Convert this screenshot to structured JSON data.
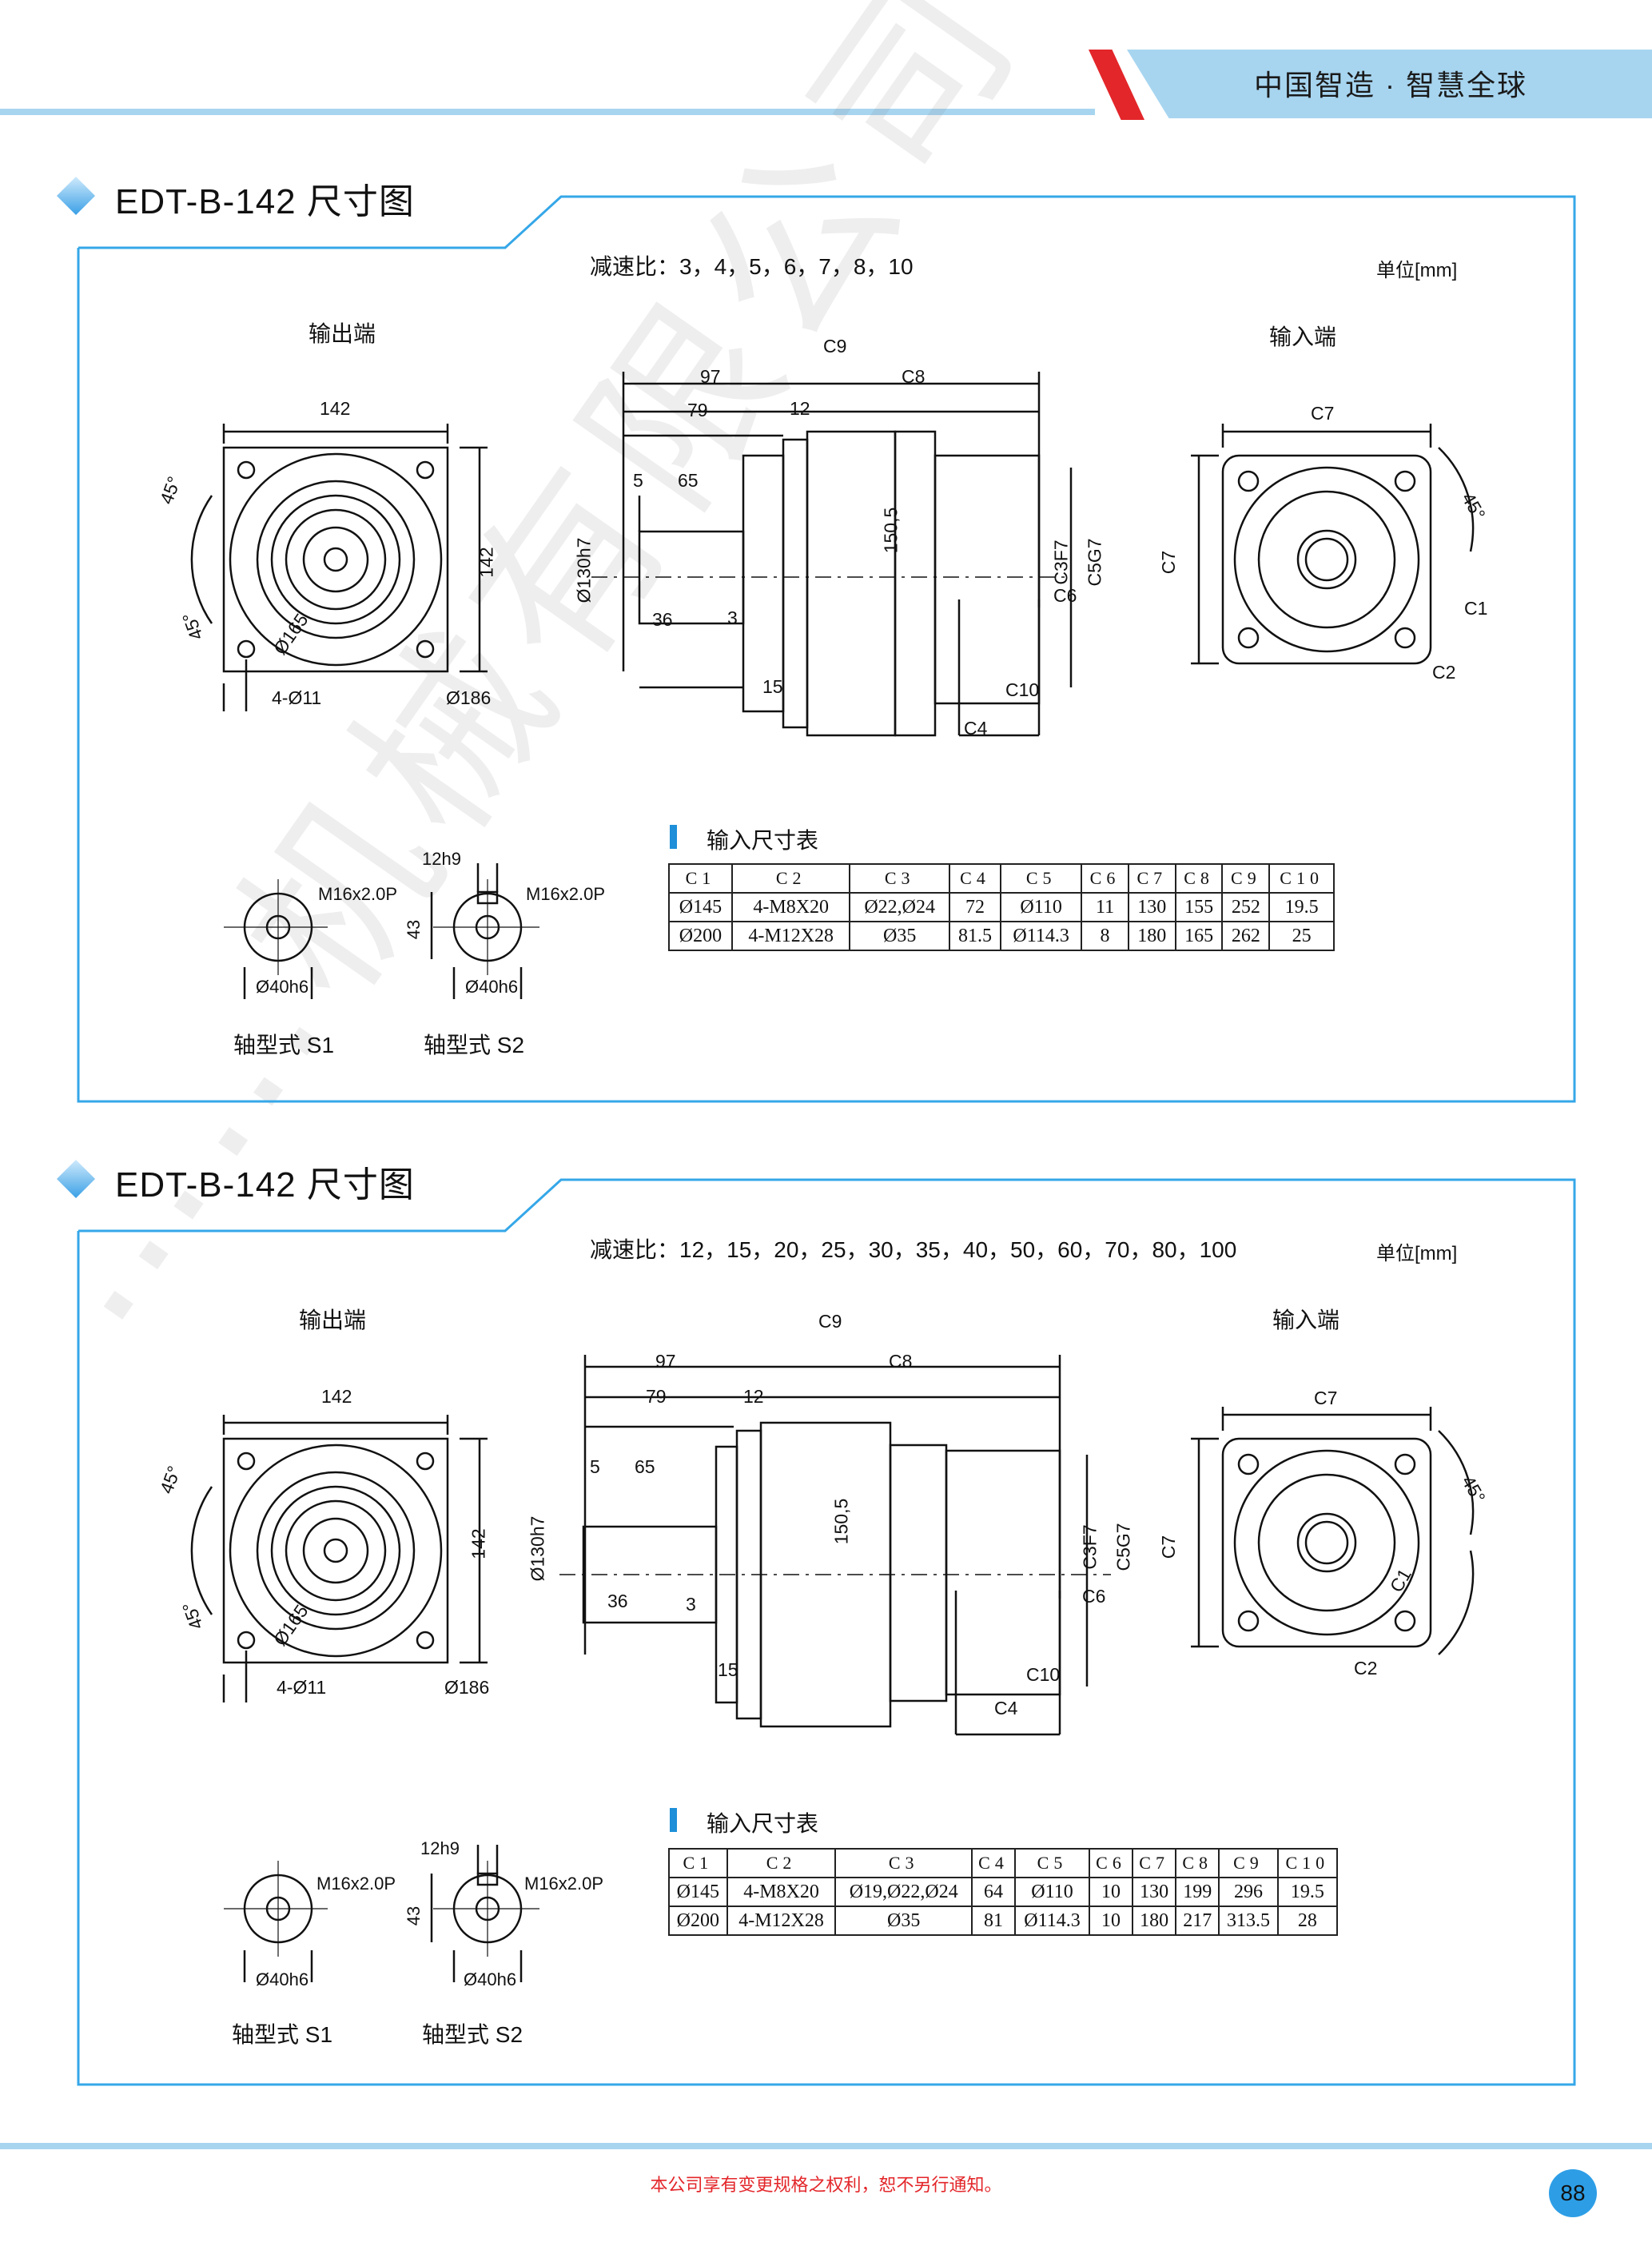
{
  "header": {
    "slogan": "中国智造 · 智慧全球"
  },
  "watermark": "……机械有限公司",
  "sections": [
    {
      "title": "EDT-B-142  尺寸图",
      "ratio": "减速比：3，4，5，6，7，8，10",
      "unit": "单位[mm]",
      "output_label": "输出端",
      "input_label": "输入端",
      "table_title": "输入尺寸表",
      "shaft_s1": "轴型式 S1",
      "shaft_s2": "轴型式 S2",
      "dims": {
        "c9": "C9",
        "c8": "C8",
        "d97": "97",
        "d79": "79",
        "d12": "12",
        "d5": "5",
        "d65": "65",
        "d150": "150,5",
        "d130": "Ø130h7",
        "d36": "36",
        "d3": "3",
        "d15": "15",
        "c4": "C4",
        "c10": "C10",
        "c3": "C3F7",
        "c5": "C5G7",
        "c6": "C6",
        "c7": "C7",
        "c1": "C1",
        "c2": "C2",
        "d142a": "142",
        "d142b": "142",
        "d45a": "45°",
        "d45b": "45°",
        "d45c": "45°",
        "d165": "Ø165",
        "d411": "4-Ø11",
        "d186": "Ø186",
        "m16a": "M16x2.0P",
        "m16b": "M16x2.0P",
        "d40a": "Ø40h6",
        "d40b": "Ø40h6",
        "d12h9": "12h9",
        "d43": "43"
      },
      "table": {
        "headers": [
          "C1",
          "C2",
          "C3",
          "C4",
          "C5",
          "C6",
          "C7",
          "C8",
          "C9",
          "C10"
        ],
        "rows": [
          [
            "Ø145",
            "4-M8X20",
            "Ø22,Ø24",
            "72",
            "Ø110",
            "11",
            "130",
            "155",
            "252",
            "19.5"
          ],
          [
            "Ø200",
            "4-M12X28",
            "Ø35",
            "81.5",
            "Ø114.3",
            "8",
            "180",
            "165",
            "262",
            "25"
          ]
        ]
      }
    },
    {
      "title": "EDT-B-142  尺寸图",
      "ratio": "减速比：12，15，20，25，30，35，40，50，60，70，80，100",
      "unit": "单位[mm]",
      "output_label": "输出端",
      "input_label": "输入端",
      "table_title": "输入尺寸表",
      "shaft_s1": "轴型式 S1",
      "shaft_s2": "轴型式 S2",
      "dims": {
        "c9": "C9",
        "c8": "C8",
        "d97": "97",
        "d79": "79",
        "d12": "12",
        "d5": "5",
        "d65": "65",
        "d150": "150,5",
        "d130": "Ø130h7",
        "d36": "36",
        "d3": "3",
        "d15": "15",
        "c4": "C4",
        "c10": "C10",
        "c3": "C3F7",
        "c5": "C5G7",
        "c6": "C6",
        "c7": "C7",
        "c1": "C1",
        "c2": "C2",
        "d142a": "142",
        "d142b": "142",
        "d45a": "45°",
        "d45b": "45°",
        "d45c": "45°",
        "d165": "Ø165",
        "d411": "4-Ø11",
        "d186": "Ø186",
        "m16a": "M16x2.0P",
        "m16b": "M16x2.0P",
        "d40a": "Ø40h6",
        "d40b": "Ø40h6",
        "d12h9": "12h9",
        "d43": "43"
      },
      "table": {
        "headers": [
          "C1",
          "C2",
          "C3",
          "C4",
          "C5",
          "C6",
          "C7",
          "C8",
          "C9",
          "C10"
        ],
        "rows": [
          [
            "Ø145",
            "4-M8X20",
            "Ø19,Ø22,Ø24",
            "64",
            "Ø110",
            "10",
            "130",
            "199",
            "296",
            "19.5"
          ],
          [
            "Ø200",
            "4-M12X28",
            "Ø35",
            "81",
            "Ø114.3",
            "10",
            "180",
            "217",
            "313.5",
            "28"
          ]
        ]
      }
    }
  ],
  "footer": {
    "notice": "本公司享有变更规格之权利，恕不另行通知。",
    "page": "88"
  }
}
